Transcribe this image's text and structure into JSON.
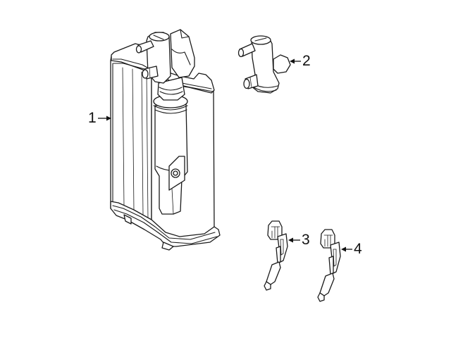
{
  "diagram": {
    "type": "parts-exploded-view",
    "background": "#ffffff",
    "line_color": "#1a1a1a",
    "parts": [
      {
        "callout": "1",
        "description": "vapor canister (large rectangular body with purge tube and mounting bracket)"
      },
      {
        "callout": "2",
        "description": "vent valve / tee connector with two barbed nipples"
      },
      {
        "callout": "3",
        "description": "sensor / connector bracket with pigtail"
      },
      {
        "callout": "4",
        "description": "sensor / connector bracket with pigtail"
      }
    ]
  },
  "callouts": {
    "c1": "1",
    "c2": "2",
    "c3": "3",
    "c4": "4"
  }
}
